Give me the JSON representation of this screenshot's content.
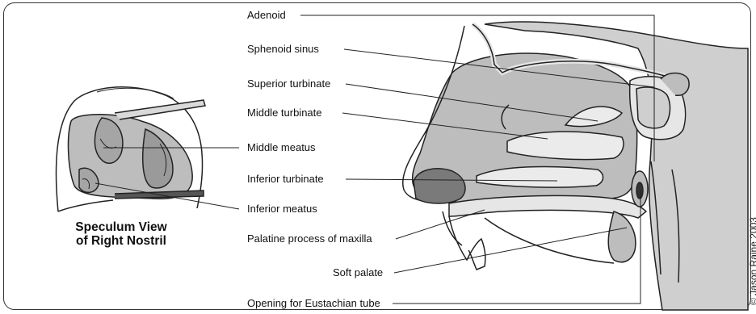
{
  "labels": {
    "adenoid": "Adenoid",
    "sphenoid_sinus": "Sphenoid sinus",
    "superior_turbinate": "Superior turbinate",
    "middle_turbinate": "Middle turbinate",
    "middle_meatus": "Middle meatus",
    "inferior_turbinate": "Inferior turbinate",
    "inferior_meatus": "Inferior meatus",
    "palatine_process": "Palatine process of maxilla",
    "soft_palate": "Soft palate",
    "eustachian_opening": "Opening for Eustachian tube"
  },
  "caption": {
    "line1": "Speculum View",
    "line2": "of Right Nostril"
  },
  "credit": "© Jason Raine 2003",
  "colors": {
    "cavity_shade": "#bdbdbd",
    "bone_fill": "#e6e6e6",
    "line": "#222222",
    "background": "#ffffff"
  }
}
